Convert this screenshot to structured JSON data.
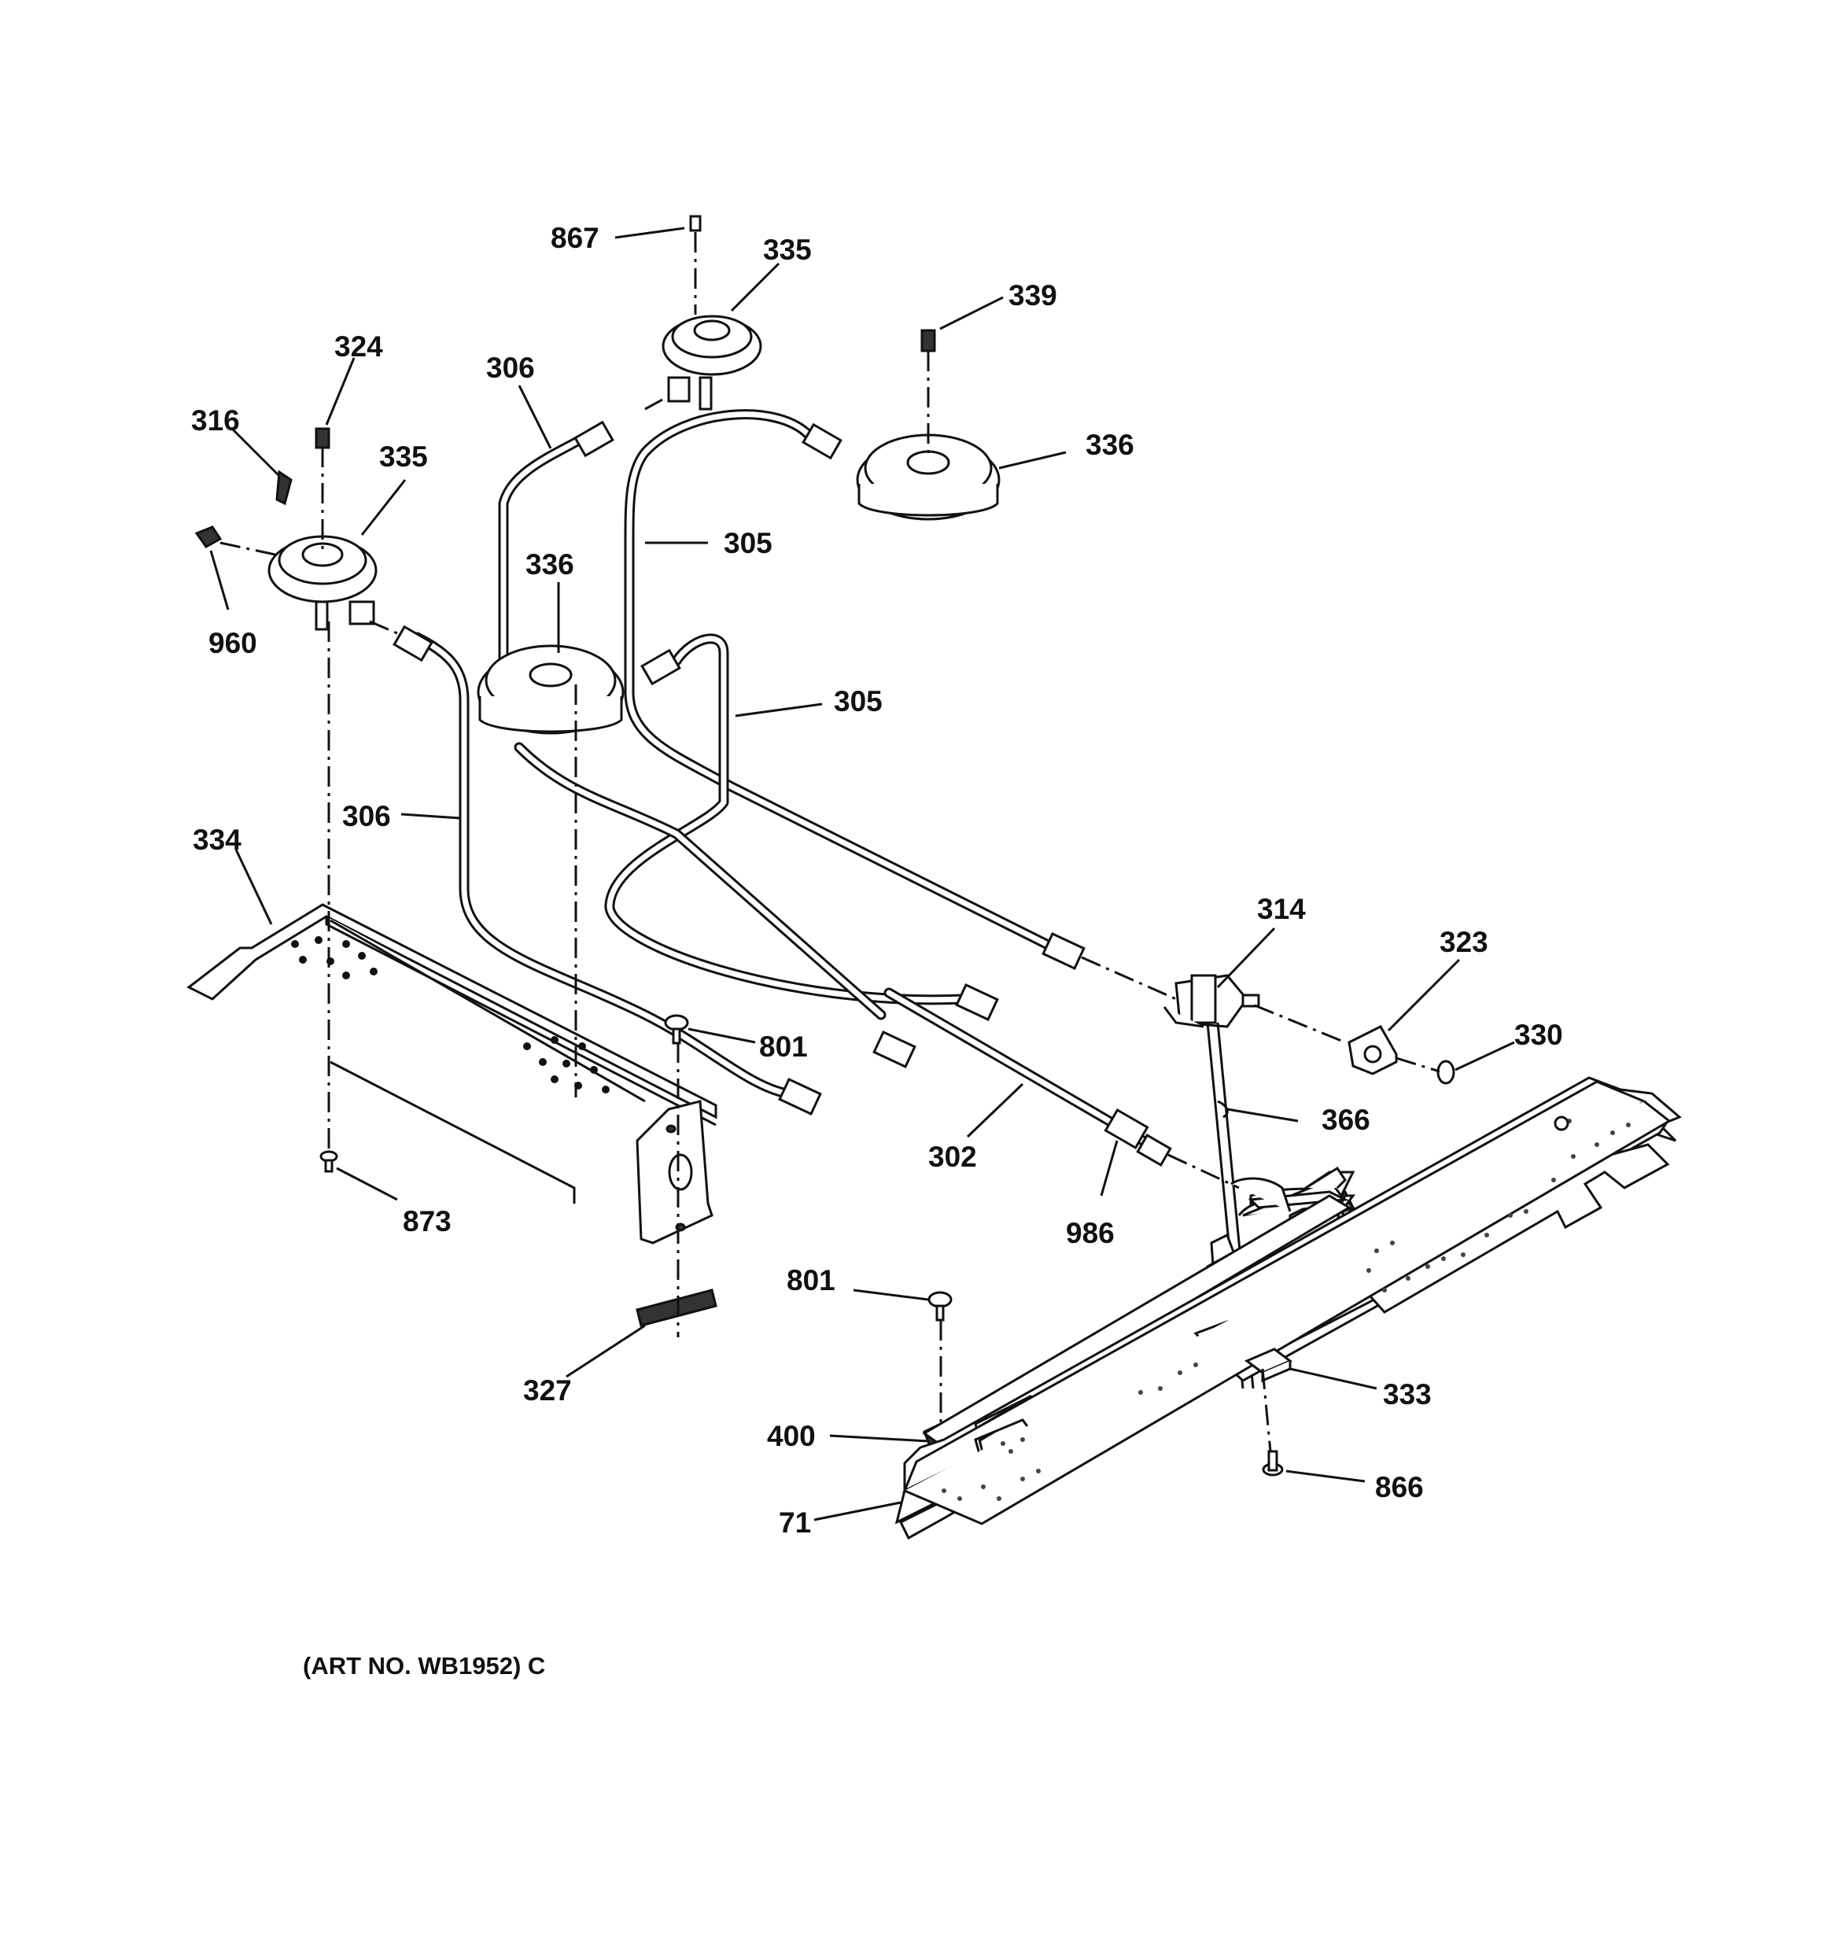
{
  "labels": {
    "l867": "867",
    "l335a": "335",
    "l339": "339",
    "l324": "324",
    "l306a": "306",
    "l316": "316",
    "l335b": "335",
    "l336a": "336",
    "l305a": "305",
    "l336b": "336",
    "l960": "960",
    "l305b": "305",
    "l306b": "306",
    "l334": "334",
    "l314": "314",
    "l323": "323",
    "l801a": "801",
    "l330": "330",
    "l366": "366",
    "l302": "302",
    "l873": "873",
    "l986": "986",
    "l801b": "801",
    "l327": "327",
    "l333": "333",
    "l400": "400",
    "l866": "866",
    "l71": "71"
  },
  "art_number": "(ART NO. WB1952) C"
}
